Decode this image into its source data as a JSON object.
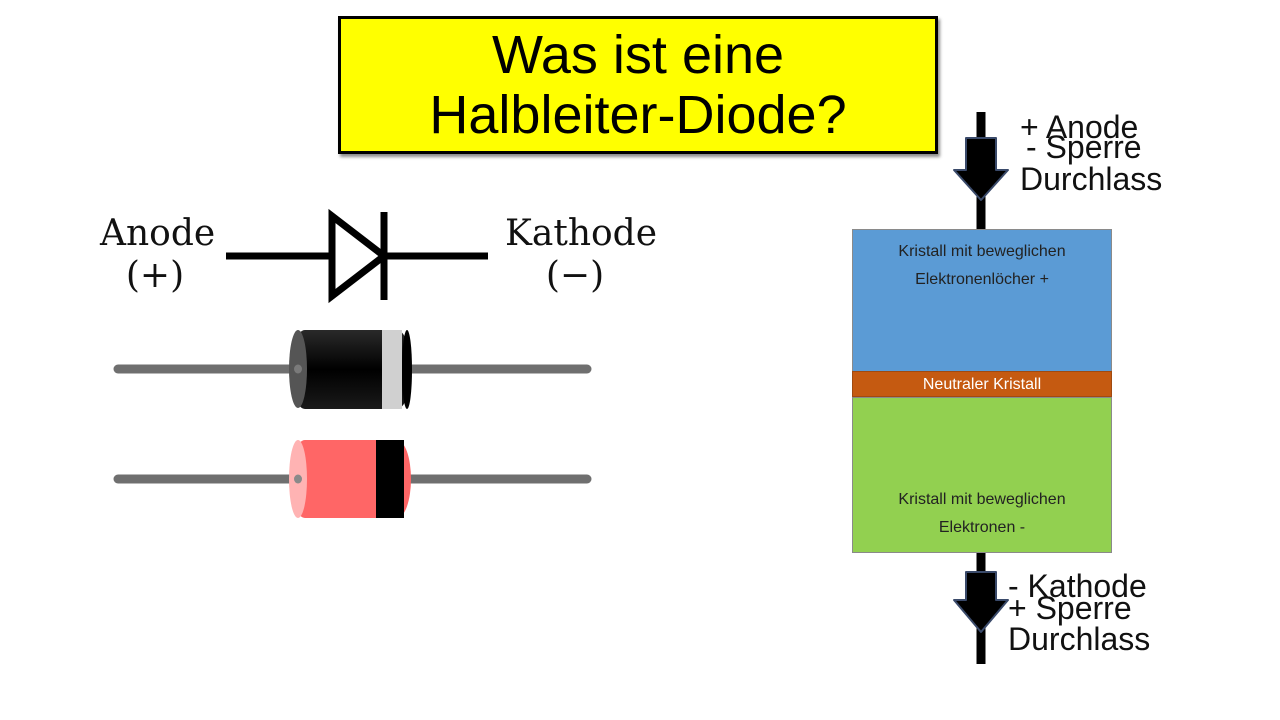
{
  "title": {
    "line1": "Was ist eine",
    "line2": "Halbleiter-Diode?"
  },
  "symbol": {
    "anode_label": "Anode",
    "anode_sign": "(+)",
    "kathode_label": "Kathode",
    "kathode_sign": "(−)"
  },
  "crystal": {
    "p_layer": {
      "line1": "Kristall mit beweglichen",
      "line2": "Elektronenlöcher +"
    },
    "neutral_layer": "Neutraler Kristall",
    "n_layer": {
      "line1": "Kristall mit beweglichen",
      "line2": "Elektronen -"
    }
  },
  "top_terminal": {
    "anode": "+ Anode",
    "sperre": "- Sperre",
    "durchlass": "Durchlass"
  },
  "bottom_terminal": {
    "kathode": "- Kathode",
    "sperre": "+ Sperre",
    "durchlass": "Durchlass"
  },
  "colors": {
    "title_bg": "#ffff00",
    "p_layer": "#5b9bd5",
    "neutral_layer": "#c55a11",
    "n_layer": "#92d050",
    "diode_black": "#000000",
    "diode_red": "#ff6666",
    "lead": "#6f6f6f",
    "arrow": "#000000"
  }
}
